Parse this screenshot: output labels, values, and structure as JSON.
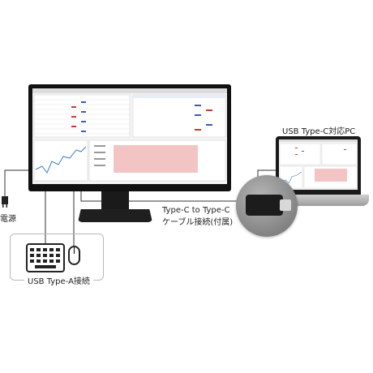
{
  "labels": {
    "usbc_pc": "USB Type-C対応PC",
    "cable_line1": "Type-C to Type-C",
    "cable_line2": "ケーブル接続(付属)",
    "power": "電源",
    "usba": "USB Type-A接続"
  },
  "icons": [
    "monitor-icon",
    "laptop-icon",
    "keyboard-icon",
    "mouse-icon",
    "power-plug-icon",
    "usb-c-plug-icon"
  ],
  "colors": {
    "device_body": "#111111",
    "line": "#333333",
    "frame": "#b8b8b8",
    "screen_accent_red": "#f2c4c4",
    "screen_accent_blue": "#3a5bbf"
  }
}
